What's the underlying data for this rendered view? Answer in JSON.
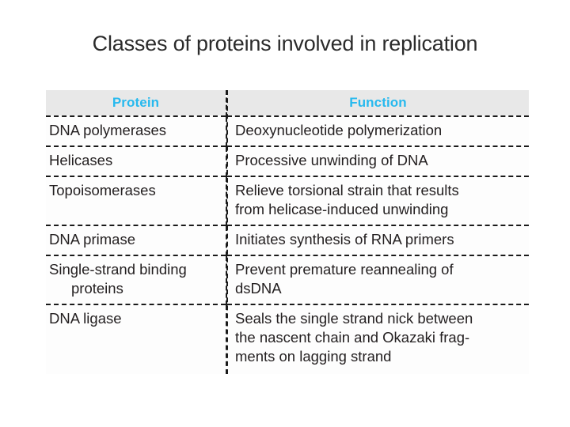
{
  "slide": {
    "title": "Classes of proteins involved in replication",
    "background_color": "#ffffff",
    "text_color": "#231f20"
  },
  "table": {
    "header_background": "#e8e8e8",
    "header_text_color": "#27b9ee",
    "separator_style": "dashed",
    "separator_color": "#1a1a1a",
    "columns": [
      {
        "key": "protein",
        "label": "Protein"
      },
      {
        "key": "function",
        "label": "Function"
      }
    ],
    "rows": [
      {
        "protein_lines": [
          "DNA polymerases"
        ],
        "function_lines": [
          "Deoxynucleotide polymerization"
        ]
      },
      {
        "protein_lines": [
          "Helicases"
        ],
        "function_lines": [
          "Processive unwinding of DNA"
        ]
      },
      {
        "protein_lines": [
          "Topoisomerases"
        ],
        "function_lines": [
          "Relieve torsional strain that results",
          "from helicase-induced unwinding"
        ]
      },
      {
        "protein_lines": [
          "DNA primase"
        ],
        "function_lines": [
          "Initiates synthesis of RNA primers"
        ]
      },
      {
        "protein_lines": [
          "Single-strand binding",
          "proteins"
        ],
        "function_lines": [
          "Prevent premature reannealing of",
          "dsDNA"
        ]
      },
      {
        "protein_lines": [
          "DNA ligase"
        ],
        "function_lines": [
          "Seals the single strand nick between",
          "the nascent chain and Okazaki frag-",
          "ments on lagging strand"
        ]
      }
    ]
  }
}
